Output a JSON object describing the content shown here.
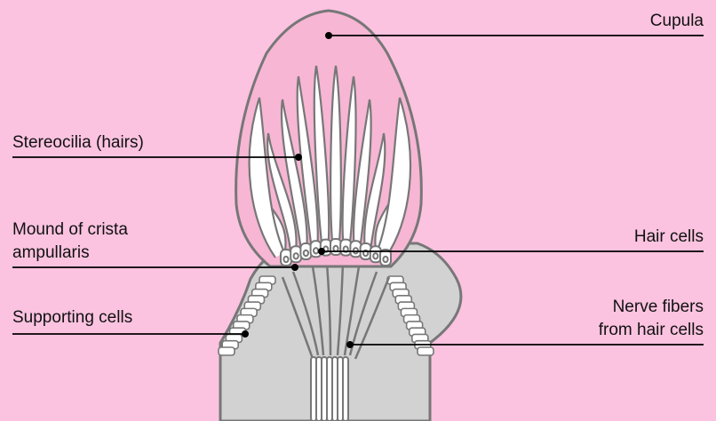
{
  "colors": {
    "background": "#fbc3e0",
    "cupula": "#f7b6d4",
    "outline": "#777777",
    "tissue": "#d2d2d2",
    "leader": "#000000"
  },
  "labels": {
    "cupula": "Cupula",
    "stereocilia": "Stereocilia (hairs)",
    "mound_line1": "Mound of crista",
    "mound_line2": "ampullaris",
    "hair_cells": "Hair cells",
    "supporting_cells": "Supporting cells",
    "nerve_line1": "Nerve fibers",
    "nerve_line2": "from hair cells"
  }
}
